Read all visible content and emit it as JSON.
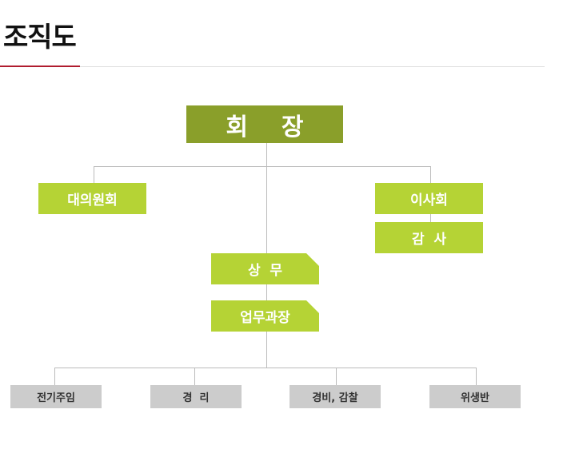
{
  "page": {
    "title": "조직도"
  },
  "org_chart": {
    "chairman": "회    장",
    "left_branch": "대의원회",
    "right_branch": "이사회",
    "right_sub": "감  사",
    "executive": "상  무",
    "manager": "업무과장",
    "departments": [
      "전기주임",
      "경  리",
      "경비, 감찰",
      "위생반"
    ]
  },
  "colors": {
    "top_box": "#8a9f2a",
    "green_box": "#b5d335",
    "gray_box": "#cccccc",
    "connector": "#bbbbbb",
    "accent": "#b01c2e"
  }
}
